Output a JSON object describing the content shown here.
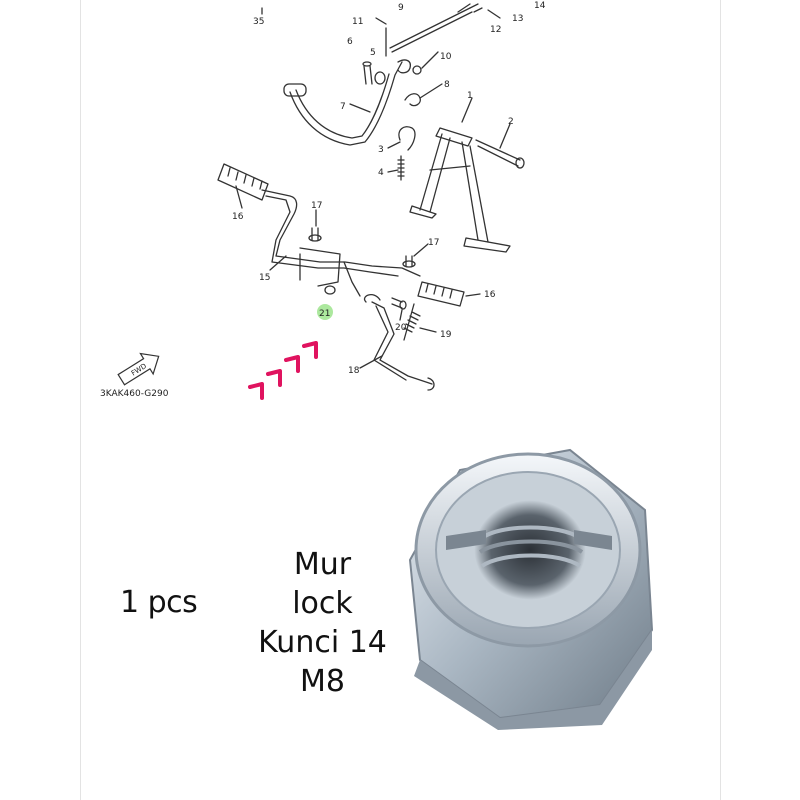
{
  "diagram": {
    "part_code": "3KAK460-G290",
    "fwd_label": "FWD",
    "callouts": {
      "n35": "35",
      "n9": "9",
      "n13": "13",
      "n14": "14",
      "n11": "11",
      "n12": "12",
      "n6": "6",
      "n5": "5",
      "n10": "10",
      "n8": "8",
      "n7": "7",
      "n1": "1",
      "n2": "2",
      "n3": "3",
      "n4": "4",
      "n16a": "16",
      "n17a": "17",
      "n17b": "17",
      "n15": "15",
      "n16b": "16",
      "n21": "21",
      "n20": "20",
      "n19": "19",
      "n18": "18"
    },
    "highlight_color": "#7fdc6a",
    "arrow_color": "#e0135f"
  },
  "product": {
    "quantity": "1 pcs",
    "name_lines": [
      "Mur",
      "lock",
      "Kunci 14",
      "M8"
    ]
  }
}
